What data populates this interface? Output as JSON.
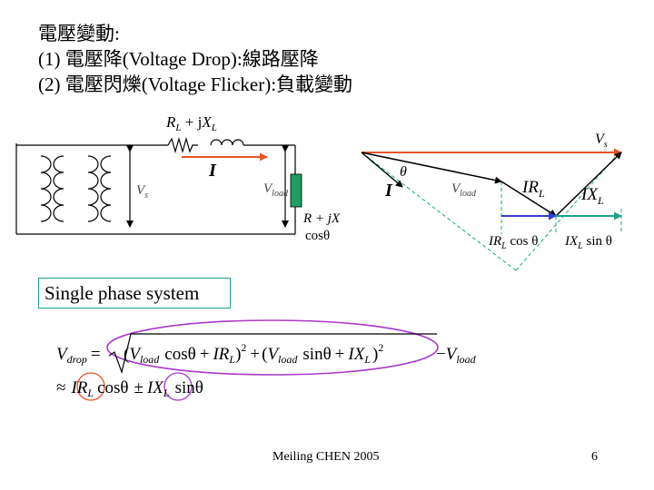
{
  "slide": {
    "title": "電壓變動:",
    "item1": "(1) 電壓降(Voltage Drop):線路壓降",
    "item2": "(2) 電壓閃爍(Voltage Flicker):負載變動",
    "box_label": "Single phase system",
    "author": "Meiling CHEN 2005",
    "page_number": "6"
  },
  "circuit": {
    "line_impedance": {
      "R": "R",
      "R_sub": "L",
      "plus_j": " + j",
      "X": "X",
      "X_sub": "L"
    },
    "source_voltage": {
      "V": "V",
      "sub": "s"
    },
    "current": "I",
    "load_voltage": {
      "V": "V",
      "sub": "load"
    },
    "load_impedance": "R + jX",
    "load_cos": "cosθ"
  },
  "phasor": {
    "vs": {
      "V": "V",
      "sub": "s"
    },
    "theta": "θ",
    "current": "I",
    "vload": {
      "V": "V",
      "sub": "load"
    },
    "ir": {
      "main": "IR",
      "sub": "L"
    },
    "ix": {
      "main": "IX",
      "sub": "L"
    },
    "ir_cos": {
      "main": "IR",
      "sub": "L",
      "fn": " cos θ"
    },
    "ix_sin": {
      "main": "IX",
      "sub": "L",
      "fn": " sin θ"
    }
  },
  "equation": {
    "lhs": {
      "V": "V",
      "sub": "drop"
    },
    "eq": "=",
    "open": "(",
    "vload1": {
      "V": "V",
      "sub": "load"
    },
    "cos": "cosθ",
    "plus1": "+",
    "ir": {
      "main": "IR",
      "sub": "L"
    },
    "close1": ")",
    "sq1": "2",
    "plus2": "+",
    "open2": "(",
    "vload2": {
      "V": "V",
      "sub": "load"
    },
    "sin": "sinθ",
    "plus3": "+",
    "ix": {
      "main": "IX",
      "sub": "L"
    },
    "close2": ")",
    "sq2": "2",
    "minus": "−",
    "vload3": {
      "V": "V",
      "sub": "load"
    },
    "approx": "≈",
    "ir2": {
      "main": "IR",
      "sub": "L"
    },
    "cos2": "cosθ",
    "pm": "±",
    "ix2": {
      "main": "IX",
      "sub": "L"
    },
    "sin2": "sinθ"
  },
  "colors": {
    "current_arrow": "#e8542a",
    "vs_phasor": "#e8542a",
    "ix_phasor": "#17a589",
    "ir_cos_phasor": "#3b3bd6",
    "load_box": "#1e9e60",
    "highlight_ellipse": "#a93ac9",
    "highlight_circle": "#e8542a",
    "dashed": "#17a589"
  }
}
